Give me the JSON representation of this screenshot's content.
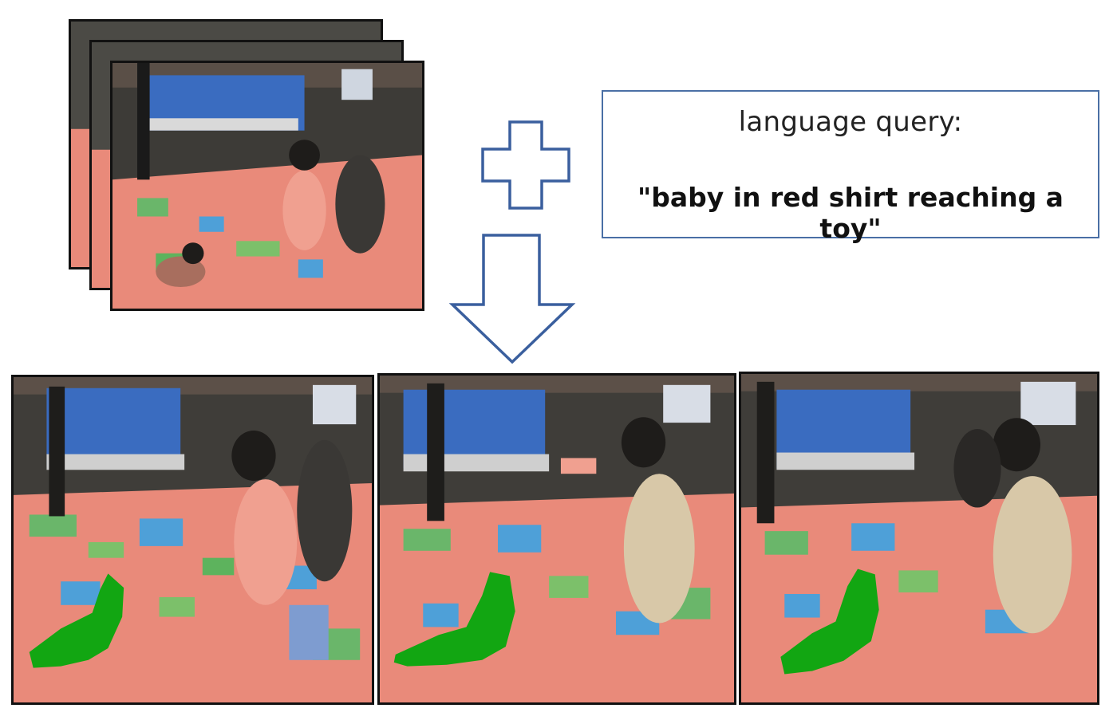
{
  "query": {
    "label": "language query:",
    "text": "\"baby in red shirt reaching a toy\""
  },
  "symbols": {
    "plus_icon": "plus-outline",
    "arrow_icon": "down-arrow-outline",
    "stroke_color": "#3a5f9e"
  },
  "colors": {
    "mask": "#12a612",
    "floor": "#e98a7a",
    "wall": "#3a6cc0",
    "dark": "#2c2a28"
  }
}
